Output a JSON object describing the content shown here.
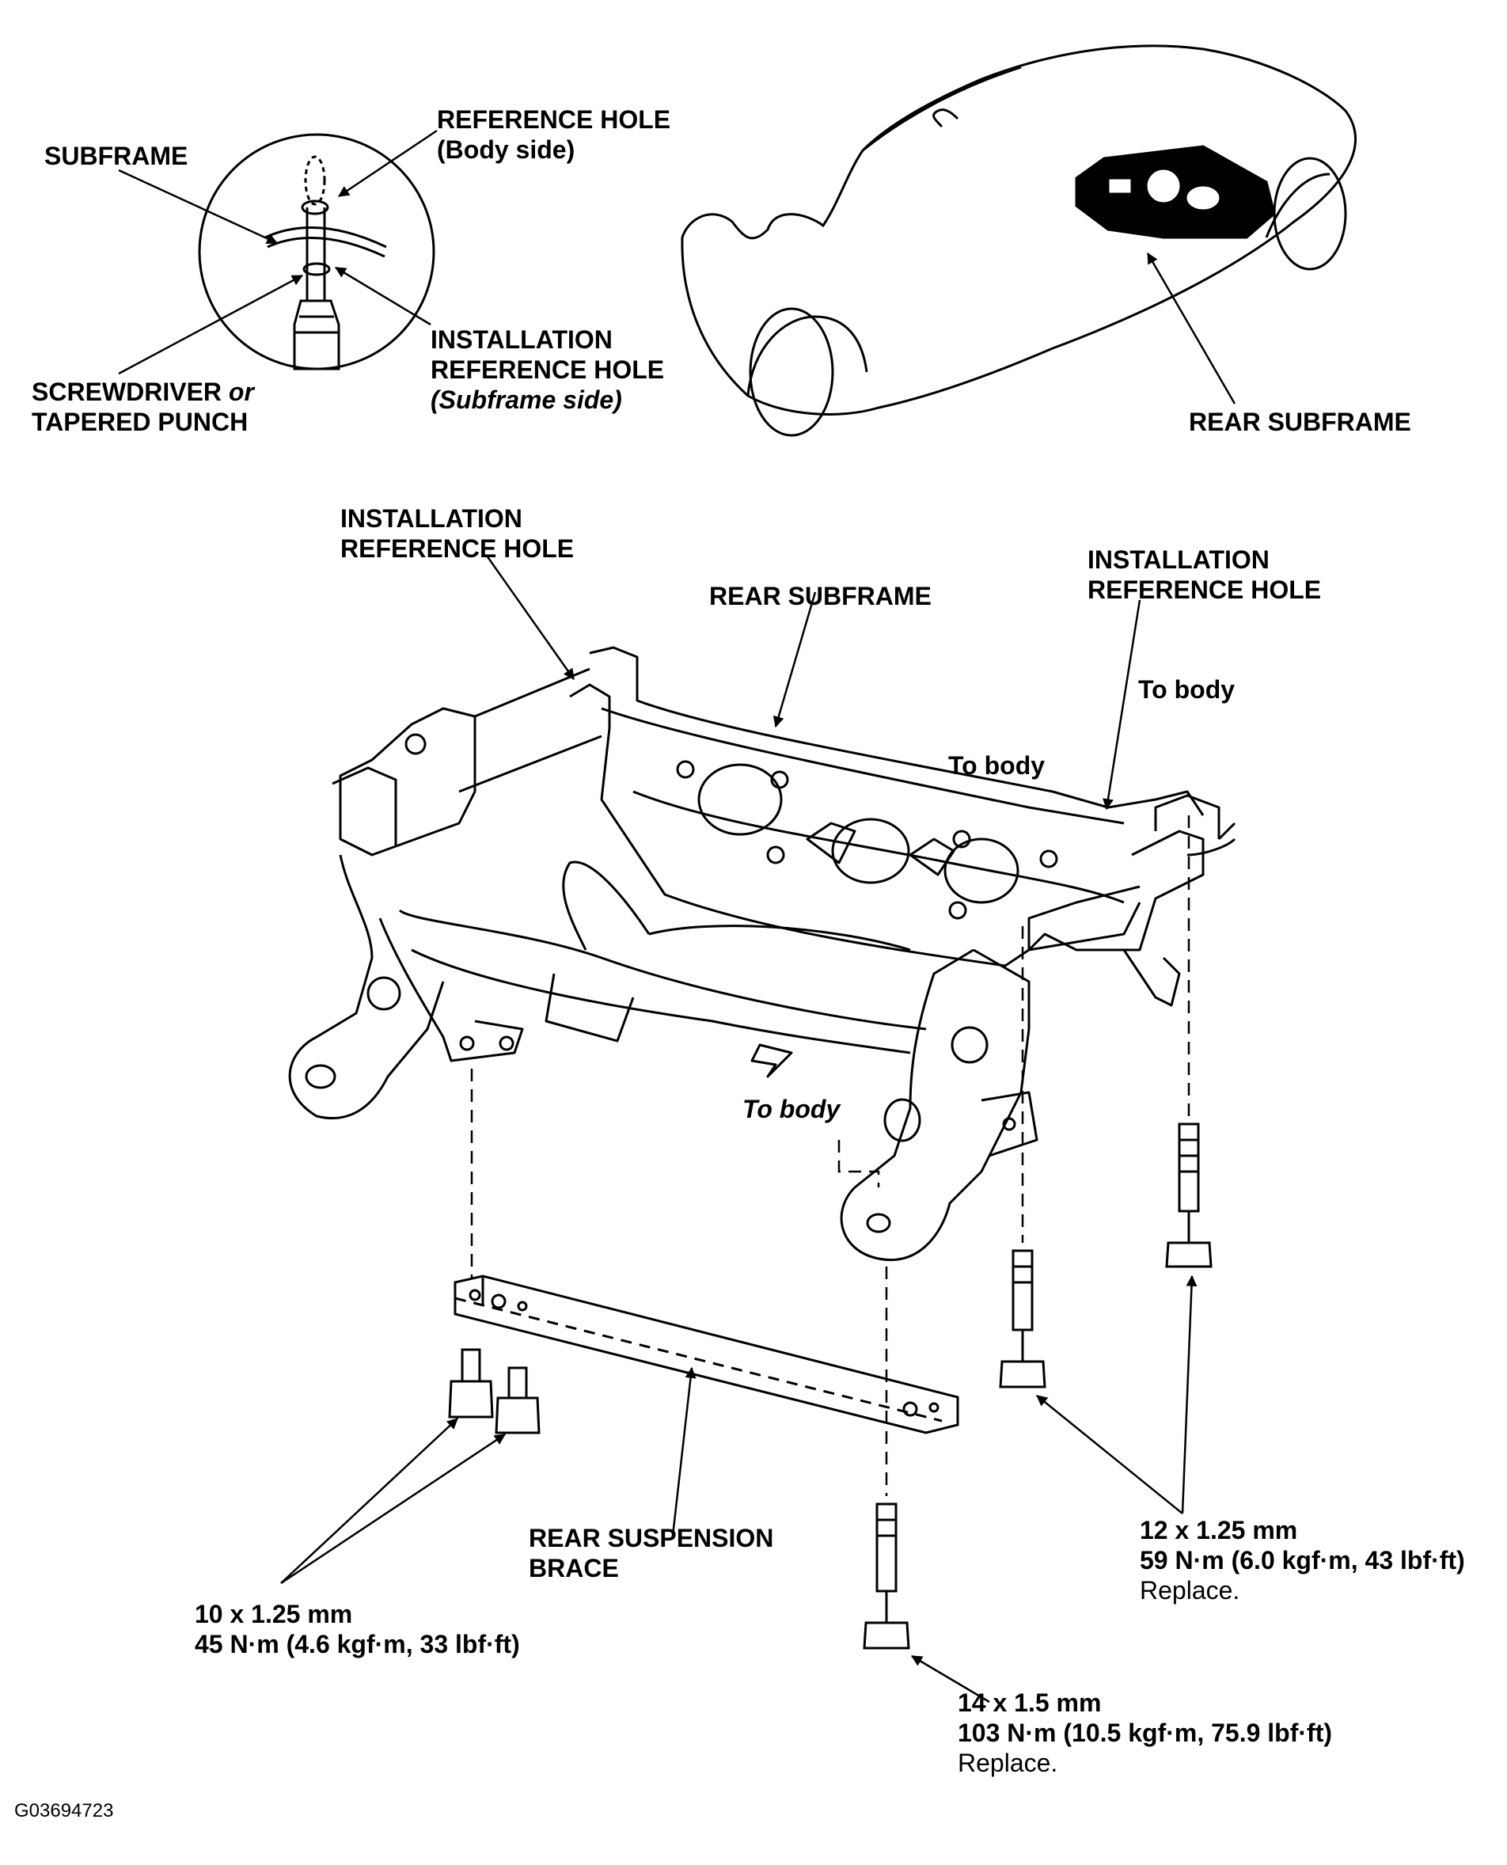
{
  "callouts": {
    "inset": {
      "subframe": "SUBFRAME",
      "reference_hole_title": "REFERENCE HOLE",
      "reference_hole_sub": "(Body side)",
      "install_ref_line1": "INSTALLATION",
      "install_ref_line2": "REFERENCE HOLE",
      "install_ref_line3": "(Subframe side)",
      "screwdriver_line1": "SCREWDRIVER",
      "screwdriver_or": "or",
      "screwdriver_line2": "TAPERED PUNCH"
    },
    "car": {
      "rear_subframe": "REAR SUBFRAME"
    },
    "main": {
      "install_ref_left_line1": "INSTALLATION",
      "install_ref_left_line2": "REFERENCE HOLE",
      "install_ref_right_line1": "INSTALLATION",
      "install_ref_right_line2": "REFERENCE HOLE",
      "rear_subframe": "REAR SUBFRAME",
      "to_body_right": "To body",
      "to_body_center": "To body",
      "to_body_lower": "To body",
      "brace_line1": "REAR SUSPENSION",
      "brace_line2": "BRACE"
    },
    "specs": {
      "bolt_12": {
        "size": "12 x 1.25 mm",
        "torque": "59 N·m (6.0 kgf·m, 43 lbf·ft)",
        "note": "Replace."
      },
      "bolt_10": {
        "size": "10 x 1.25 mm",
        "torque": "45 N·m (4.6 kgf·m, 33 lbf·ft)"
      },
      "bolt_14": {
        "size": "14 x 1.5 mm",
        "torque": "103 N·m (10.5 kgf·m, 75.9 lbf·ft)",
        "note": "Replace."
      }
    }
  },
  "figure_id": "G03694723",
  "colors": {
    "ink": "#000000",
    "paper": "#ffffff"
  },
  "icons": [
    "screwdriver-icon",
    "car-outline-icon",
    "subframe-icon",
    "bolt-icon",
    "brace-icon"
  ]
}
